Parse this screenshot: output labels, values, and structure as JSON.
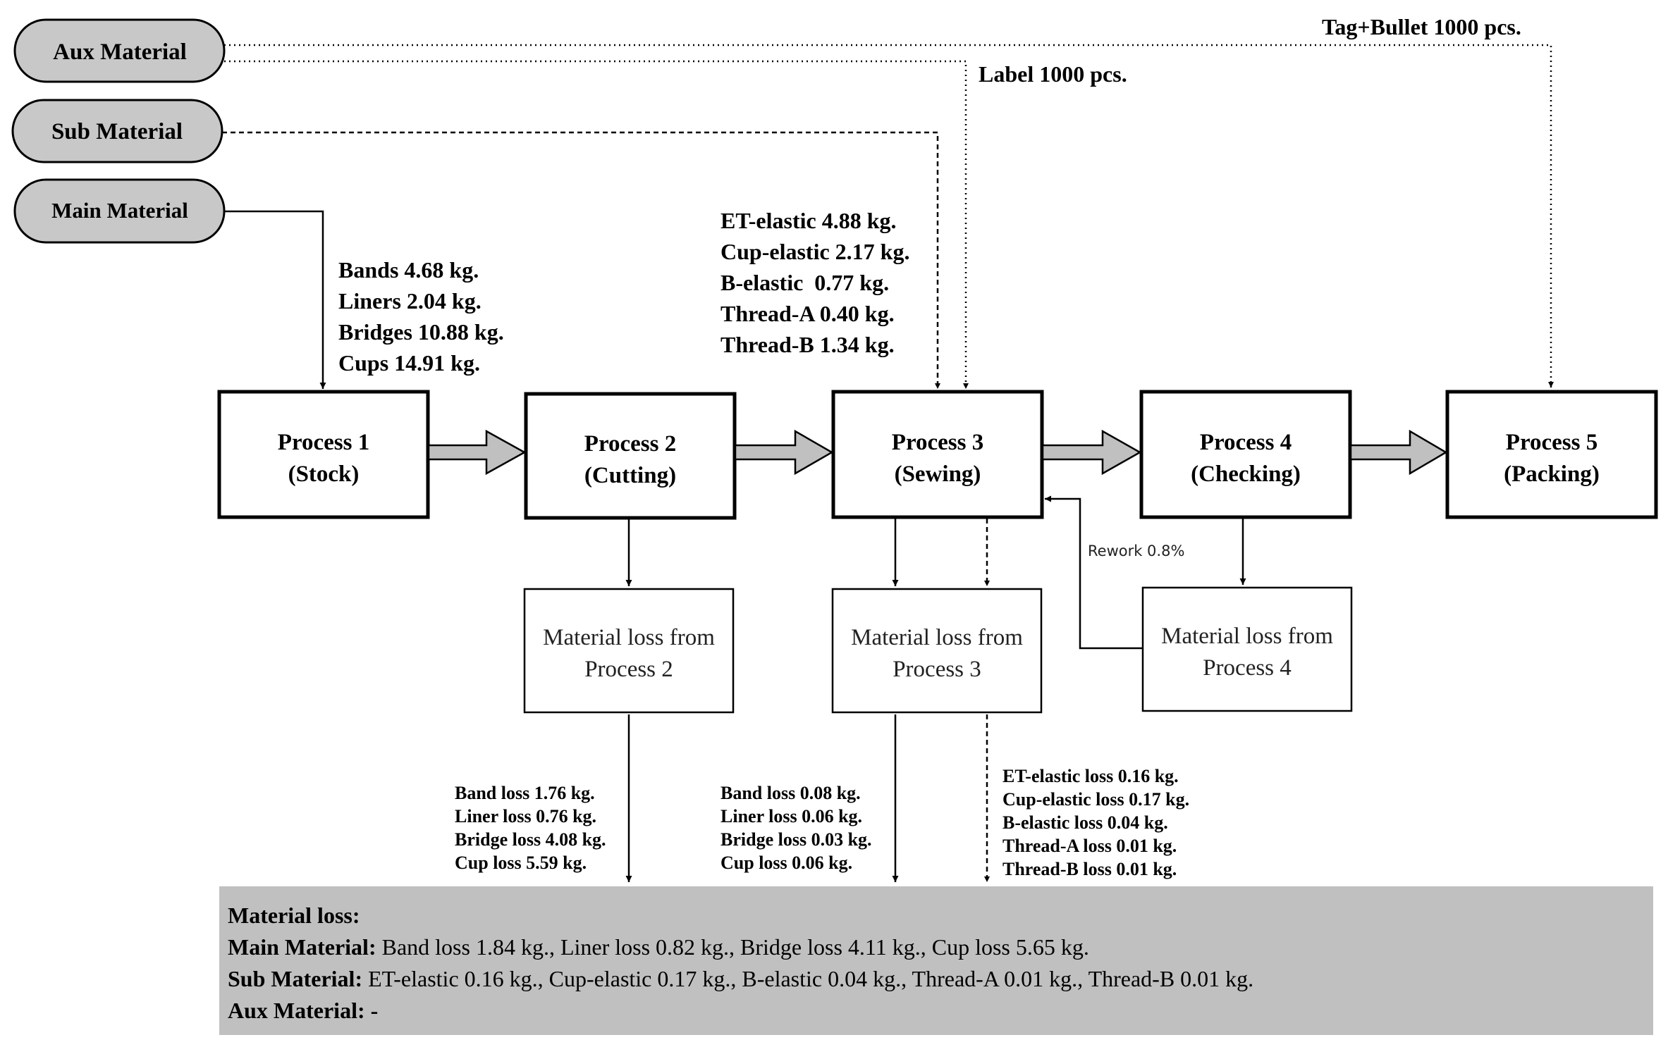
{
  "inputs": {
    "aux": "Aux Material",
    "sub": "Sub Material",
    "main": "Main Material"
  },
  "processes": [
    {
      "title": "Process 1",
      "subtitle": "(Stock)"
    },
    {
      "title": "Process 2",
      "subtitle": "(Cutting)"
    },
    {
      "title": "Process 3",
      "subtitle": "(Sewing)"
    },
    {
      "title": "Process 4",
      "subtitle": "(Checking)"
    },
    {
      "title": "Process 5",
      "subtitle": "(Packing)"
    }
  ],
  "aux_labels": {
    "tag_bullet": "Tag+Bullet 1000 pcs.",
    "label": "Label 1000 pcs."
  },
  "main_inputs": [
    "Bands 4.68 kg.",
    "Liners 2.04 kg.",
    "Bridges 10.88 kg.",
    "Cups 14.91 kg."
  ],
  "sub_inputs": [
    "ET-elastic 4.88 kg.",
    "Cup-elastic 2.17 kg.",
    "B-elastic  0.77 kg.",
    "Thread-A 0.40 kg.",
    "Thread-B 1.34 kg."
  ],
  "loss_boxes": [
    {
      "line1": "Material loss from",
      "line2": "Process 2"
    },
    {
      "line1": "Material loss from",
      "line2": "Process 3"
    },
    {
      "line1": "Material loss from",
      "line2": "Process 4"
    }
  ],
  "rework": "Rework 0.8%",
  "p2_losses": [
    "Band loss 1.76 kg.",
    "Liner loss 0.76 kg.",
    "Bridge loss 4.08 kg.",
    "Cup loss 5.59 kg."
  ],
  "p3_main_losses": [
    "Band loss 0.08 kg.",
    "Liner loss 0.06 kg.",
    "Bridge loss 0.03 kg.",
    "Cup loss 0.06 kg."
  ],
  "p3_sub_losses": [
    "ET-elastic loss 0.16 kg.",
    "Cup-elastic loss 0.17 kg.",
    "B-elastic loss 0.04 kg.",
    "Thread-A loss 0.01 kg.",
    "Thread-B loss 0.01 kg."
  ],
  "summary": {
    "heading": "Material loss:",
    "main_label": "Main Material:",
    "main_value": " Band loss 1.84 kg., Liner loss 0.82 kg., Bridge loss 4.11 kg., Cup loss 5.65 kg.",
    "sub_label": "Sub Material:",
    "sub_value": " ET-elastic 0.16 kg., Cup-elastic 0.17 kg., B-elastic 0.04 kg., Thread-A 0.01 kg., Thread-B 0.01 kg.",
    "aux_label": "Aux Material: -"
  },
  "colors": {
    "pill_fill": "#c8c8c8",
    "flow_arrow_fill": "#c0c0c0",
    "summary_fill": "#c0c0c0",
    "stroke": "#000000"
  }
}
